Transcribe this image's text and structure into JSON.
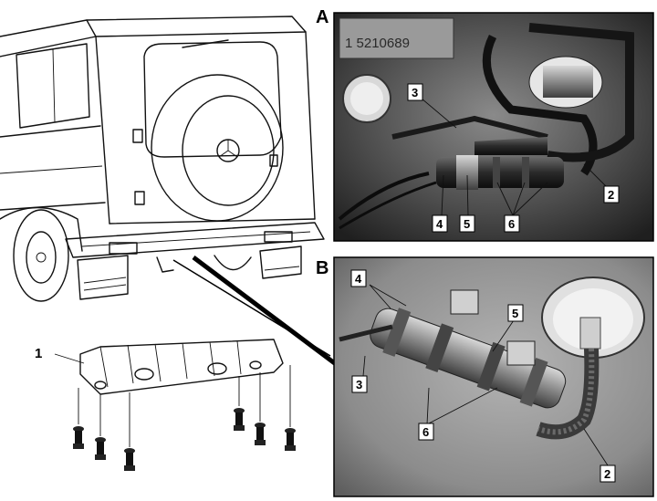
{
  "panels": {
    "a": {
      "letter": "A",
      "plate_text": "1 5210689"
    },
    "b": {
      "letter": "B"
    }
  },
  "callouts": {
    "shield": "1",
    "a": [
      "3",
      "2",
      "4",
      "5",
      "6"
    ],
    "b": [
      "4",
      "5",
      "3",
      "6",
      "2"
    ]
  }
}
